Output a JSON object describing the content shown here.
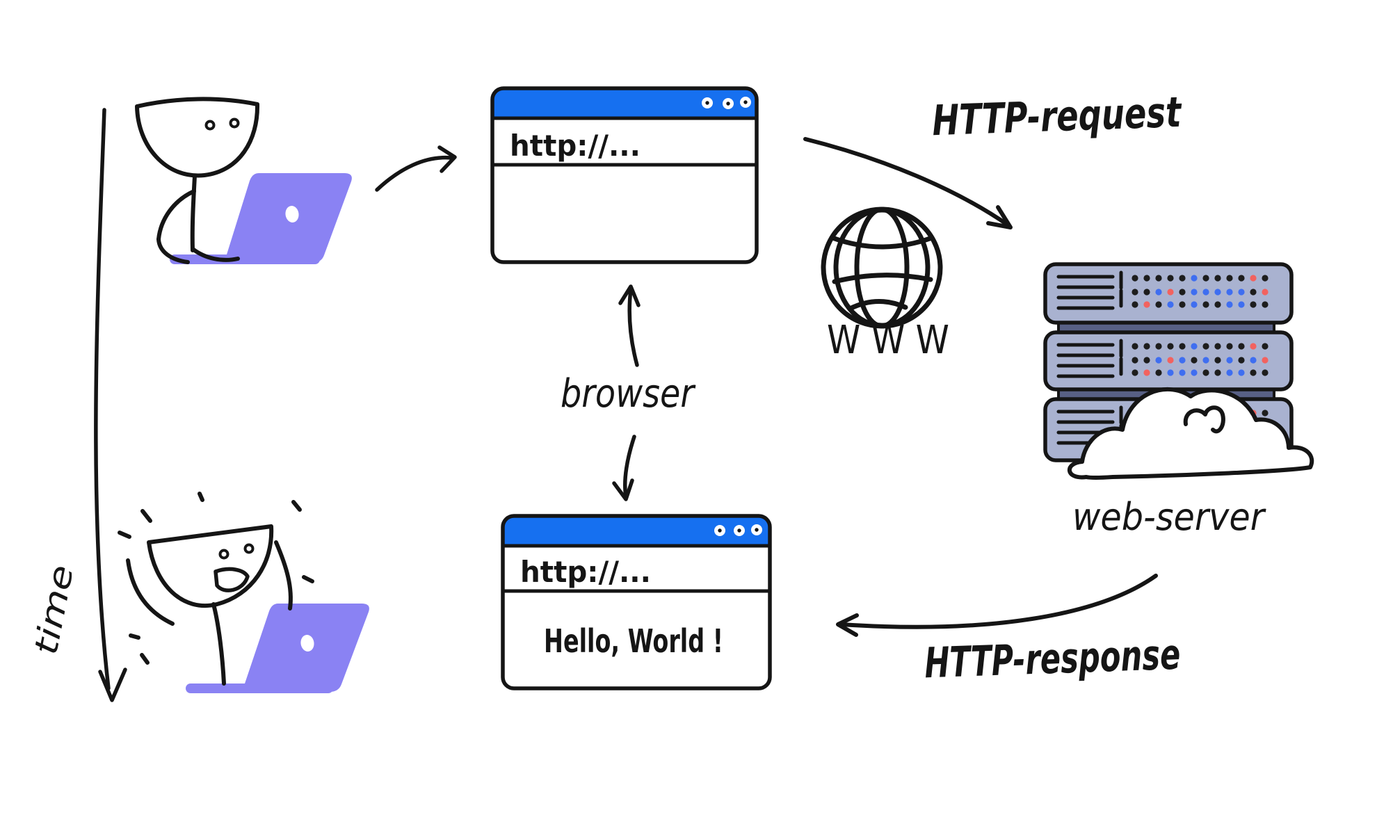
{
  "diagram": {
    "description": "HTTP request/response flow sketch",
    "labels": {
      "http_request": "HTTP-request",
      "http_response": "HTTP-response",
      "browser": "browser",
      "web_server": "web-server",
      "www": "W W W",
      "time": "time"
    },
    "browser_window_top": {
      "url": "http://...",
      "content": ""
    },
    "browser_window_bottom": {
      "url": "http://...",
      "content": "Hello, World !"
    },
    "colors": {
      "ink": "#151515",
      "titlebar_blue": "#1670f0",
      "laptop_purple": "#8a82f3",
      "server_body": "#a9b2d0",
      "server_band": "#586085",
      "dot_black": "#1d1d1d",
      "dot_blue": "#3f6ef0",
      "dot_red": "#f2625f"
    }
  }
}
